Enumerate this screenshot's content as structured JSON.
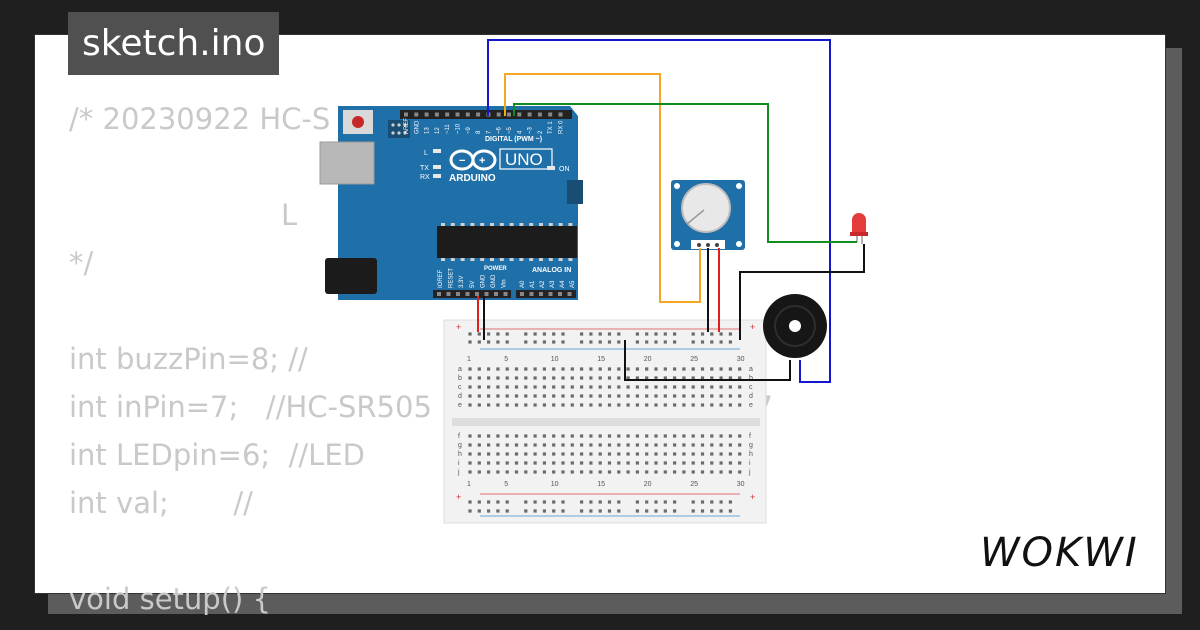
{
  "project": {
    "file_name": "sketch.ino",
    "brand": "WOKWI"
  },
  "code_lines": [
    "/* 20230922 HC-S",
    "",
    "                       L",
    "*/",
    "",
    "int buzzPin=8; //",
    "int inPin=7;   //HC-SR505                                   7",
    "int LEDpin=6;  //LED",
    "int val;       //",
    "",
    "void setup() {"
  ],
  "board": {
    "name": "UNO",
    "brand": "ARDUINO",
    "reset_label": "RESET",
    "digital_header": "DIGITAL (PWM ~)",
    "digital_pins": [
      "AREF",
      "GND",
      "13",
      "12",
      "~11",
      "~10",
      "~9",
      "8",
      "7",
      "~6",
      "~5",
      "4",
      "~3",
      "2",
      "TX 1",
      "RX 0"
    ],
    "power_header": "POWER",
    "power_pins": [
      "IOREF",
      "RESET",
      "3.3V",
      "5V",
      "GND",
      "GND",
      "Vin"
    ],
    "analog_header": "ANALOG IN",
    "analog_pins": [
      "A0",
      "A1",
      "A2",
      "A3",
      "A4",
      "A5"
    ],
    "led_labels": [
      "L",
      "TX",
      "RX",
      "ON"
    ]
  },
  "breadboard": {
    "column_labels": [
      "1",
      "5",
      "10",
      "15",
      "20",
      "25",
      "30"
    ],
    "row_labels_top": [
      "a",
      "b",
      "c",
      "d",
      "e"
    ],
    "row_labels_bottom": [
      "f",
      "g",
      "h",
      "i",
      "j"
    ],
    "rail_plus": "+",
    "rail_minus": "-"
  },
  "wires": {
    "blue": "#1515d0",
    "orange": "#f5a623",
    "green": "#128c1f",
    "red": "#e02020",
    "black": "#111111"
  },
  "colors": {
    "board": "#1f6fa8",
    "board_dark": "#17527d",
    "breadboard": "#f2f2f2",
    "led": "#e43b3b"
  }
}
